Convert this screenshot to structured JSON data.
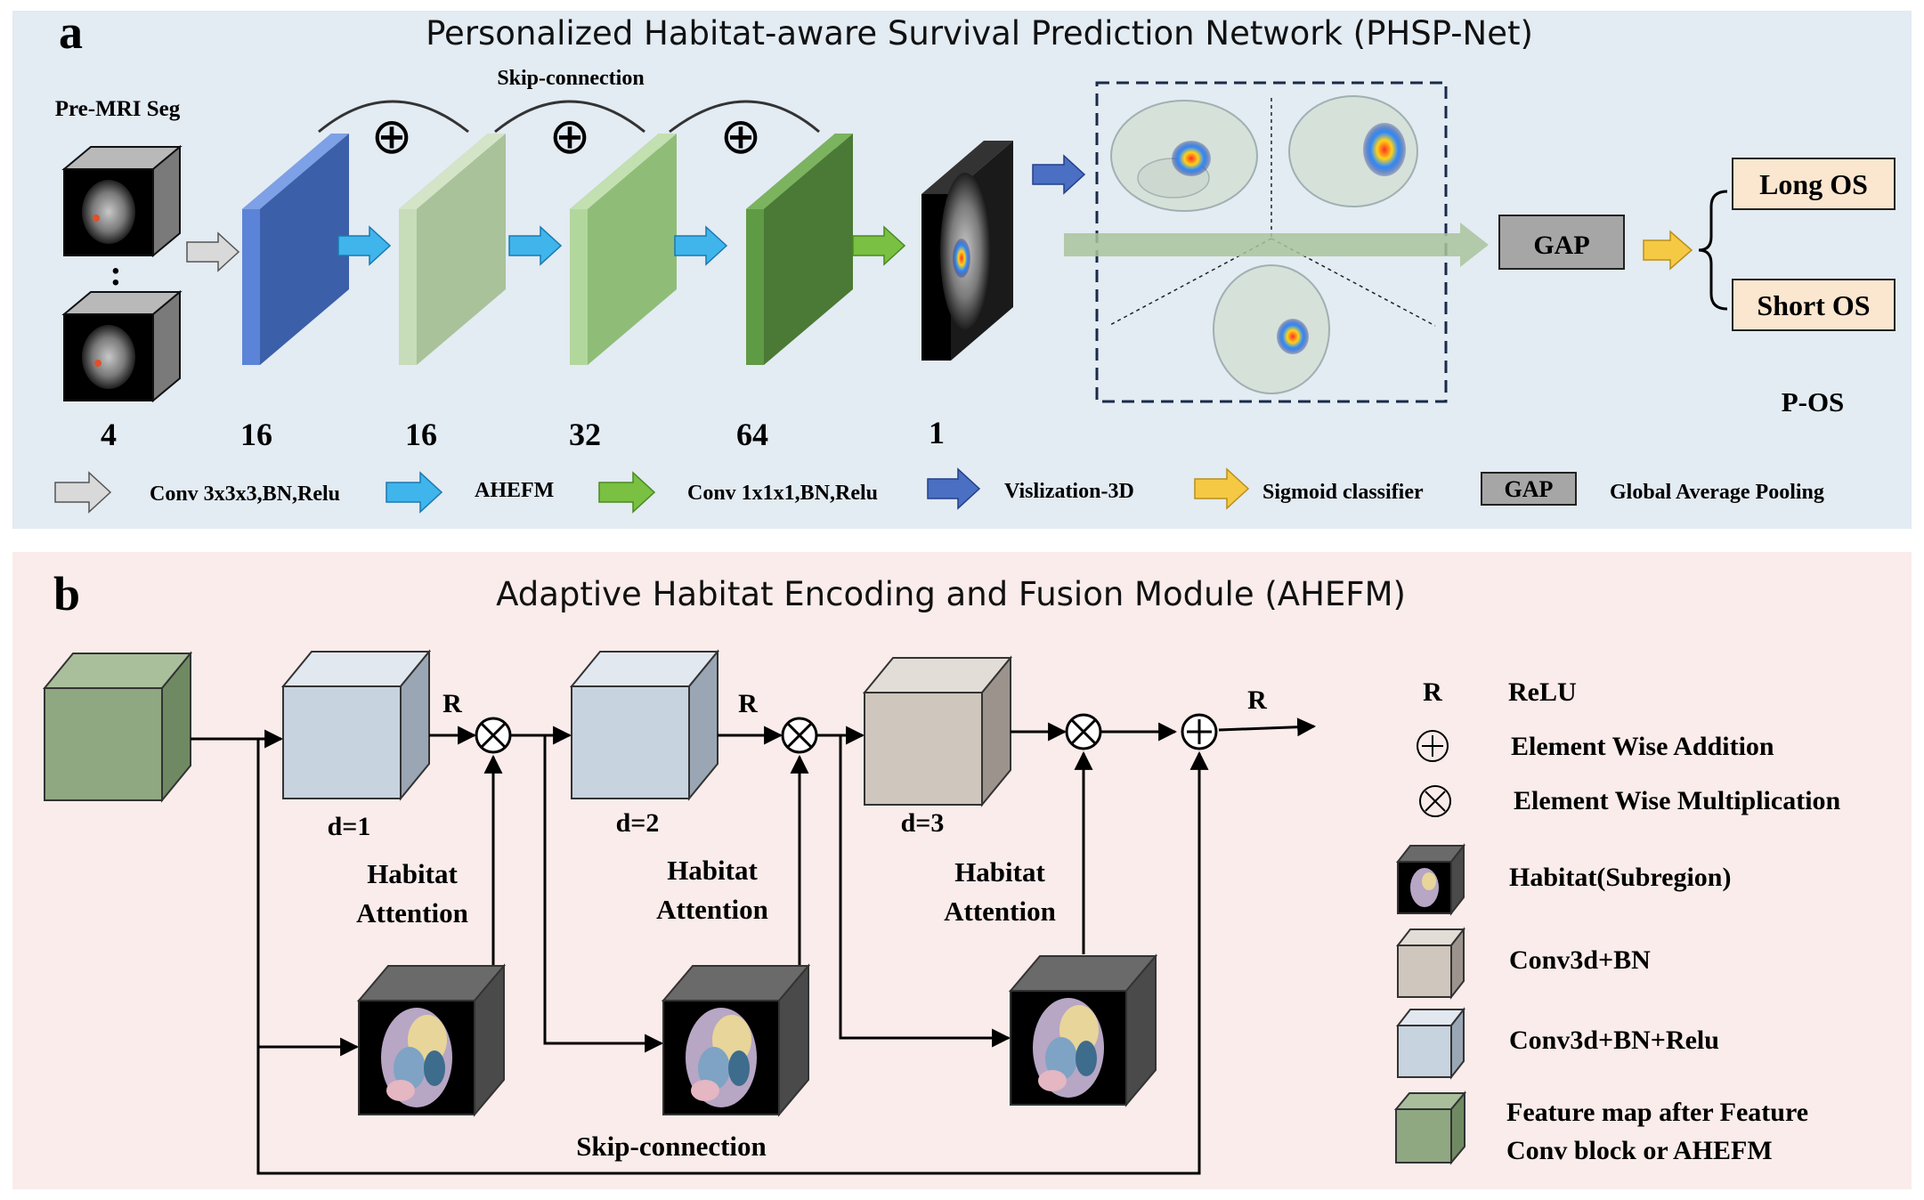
{
  "panel_a": {
    "letter": "a",
    "title": "Personalized Habitat-aware Survival Prediction Network (PHSP-Net)",
    "input_label": "Pre-MRI Seg",
    "input_dots": ":",
    "skip_label": "Skip-connection",
    "plus_symbol": "⊕",
    "channels": [
      "4",
      "16",
      "16",
      "32",
      "64",
      "1"
    ],
    "gap_label": "GAP",
    "outputs": [
      "Long OS",
      "Short OS"
    ],
    "pos_label": "P-OS",
    "legend": {
      "conv3": "Conv 3x3x3,BN,Relu",
      "ahefm": "AHEFM",
      "conv1": "Conv 1x1x1,BN,Relu",
      "vis": "Vislization-3D",
      "sigmoid": "Sigmoid classifier",
      "gap_box": "GAP",
      "gap_text": "Global Average Pooling"
    }
  },
  "panel_b": {
    "letter": "b",
    "title": "Adaptive Habitat Encoding and Fusion Module (AHEFM)",
    "dilations": [
      "d=1",
      "d=2",
      "d=3"
    ],
    "relu_mark": "R",
    "mult_symbol": "⊗",
    "plus_symbol": "⊕",
    "attention_label_line1": "Habitat",
    "attention_label_line2": "Attention",
    "skip_label": "Skip-connection",
    "legend": {
      "relu_symbol": "R",
      "relu_text": "ReLU",
      "add_text": "Element Wise Addition",
      "mult_text": "Element Wise Multiplication",
      "habitat_text": "Habitat(Subregion)",
      "conv_bn_text": "Conv3d+BN",
      "conv_bn_relu_text": "Conv3d+BN+Relu",
      "feature_line1": "Feature map after Feature",
      "feature_line2": "Conv block or AHEFM"
    }
  },
  "colors": {
    "panel_a_bg": "#e3ebf3",
    "panel_b_bg": "#f9ecea",
    "block_dark_blue": "#3b5fa8",
    "block_light_green": "#a9c29a",
    "block_mid_green": "#8fbd78",
    "block_dark_green": "#4a7a35",
    "arrow_gray": "#d9d9d9",
    "arrow_cyan": "#3fb5ec",
    "arrow_green": "#79c043",
    "arrow_blue": "#4a6fc3",
    "arrow_yellow": "#f6c944",
    "output_box": "#fbe6cf",
    "gap_box": "#a6a6a6",
    "cube_green": "#8fa882",
    "cube_blue": "#c8d3e0",
    "cube_beige": "#cfc6bd"
  }
}
